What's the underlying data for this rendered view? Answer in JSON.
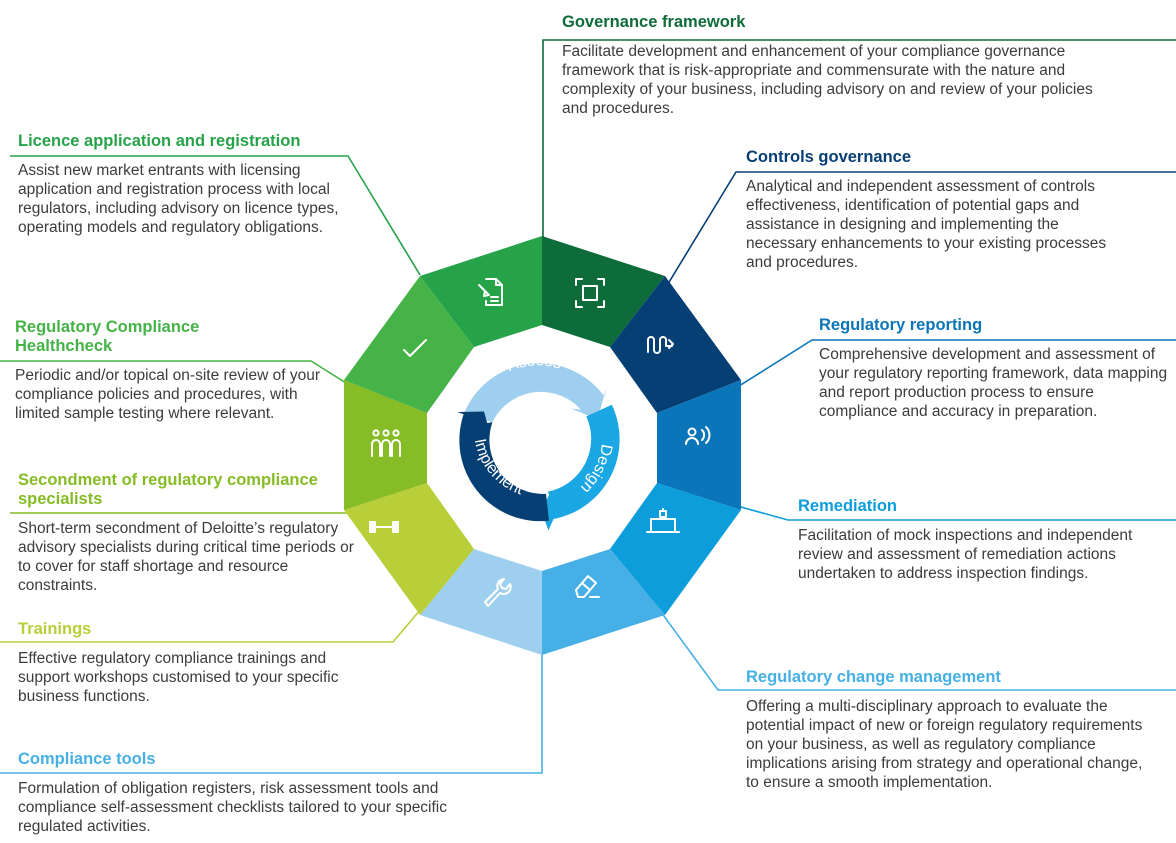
{
  "colors": {
    "dark_green": "#0e6b3a",
    "green": "#26a349",
    "mid_green": "#45b347",
    "lime_green": "#86bc25",
    "lime": "#b9cf3a",
    "light_blue": "#9fcfef",
    "sky_blue": "#46b0e6",
    "blue": "#0d9ddb",
    "mid_blue": "#0a75b8",
    "navy": "#063f73",
    "text_grey": "#3c3c3c"
  },
  "hub": {
    "assess": "Assess",
    "design": "Design",
    "implement": "Implement"
  },
  "services": [
    {
      "id": "governance-framework",
      "title": "Governance framework",
      "text": "Facilitate development and enhancement of your compliance governance framework that is risk-appropriate and commensurate with the nature and complexity of your business, including advisory on and review of your policies and procedures.",
      "color": "#0e6b3a",
      "icon": "focus-frame-icon"
    },
    {
      "id": "controls-governance",
      "title": "Controls governance",
      "text": "Analytical and independent assessment of controls effectiveness, identification of potential gaps and assistance in designing and implementing the necessary enhancements to your existing processes and procedures.",
      "color": "#063f73",
      "icon": "process-flow-icon"
    },
    {
      "id": "regulatory-reporting",
      "title": "Regulatory reporting",
      "text": "Comprehensive development and assessment of your regulatory reporting framework, data mapping and report production process to ensure compliance and accuracy in preparation.",
      "color": "#0a75b8",
      "icon": "broadcast-person-icon"
    },
    {
      "id": "remediation",
      "title": "Remediation",
      "text": "Facilitation of mock inspections and independent review and assessment of remediation actions undertaken to address inspection findings.",
      "color": "#0d9ddb",
      "icon": "presentation-icon"
    },
    {
      "id": "regulatory-change-management",
      "title": "Regulatory change management",
      "text": "Offering a multi-disciplinary approach to evaluate the potential impact of new or foreign regulatory requirements on your business, as well as regulatory compliance implications arising from strategy and operational change, to ensure a smooth implementation.",
      "color": "#46b0e6",
      "icon": "eraser-icon"
    },
    {
      "id": "compliance-tools",
      "title": "Compliance tools",
      "text": "Formulation of obligation registers, risk assessment tools and compliance self-assessment checklists tailored to your specific regulated activities.",
      "color": "#46b0e6",
      "icon": "wrench-icon"
    },
    {
      "id": "trainings",
      "title": "Trainings",
      "text": "Effective regulatory compliance trainings and support workshops customised to your specific business functions.",
      "color": "#b9cf3a",
      "icon": "dumbbell-icon"
    },
    {
      "id": "secondment",
      "title": "Secondment of regulatory compliance specialists",
      "text": "Short-term secondment of Deloitte’s regulatory advisory specialists during critical time periods or to cover for staff shortage and resource constraints.",
      "color": "#86bc25",
      "icon": "people-group-icon"
    },
    {
      "id": "healthcheck",
      "title": "Regulatory Compliance Healthcheck",
      "text": "Periodic and/or topical on-site review of your compliance policies and procedures, with limited sample testing where relevant.",
      "color": "#45b347",
      "icon": "checkmark-icon"
    },
    {
      "id": "licence-application",
      "title": "Licence application and registration",
      "text": "Assist new market entrants with licensing application and registration process with local regulators, including advisory on licence types, operating models and regulatory obligations.",
      "color": "#26a349",
      "icon": "document-edit-icon"
    }
  ]
}
